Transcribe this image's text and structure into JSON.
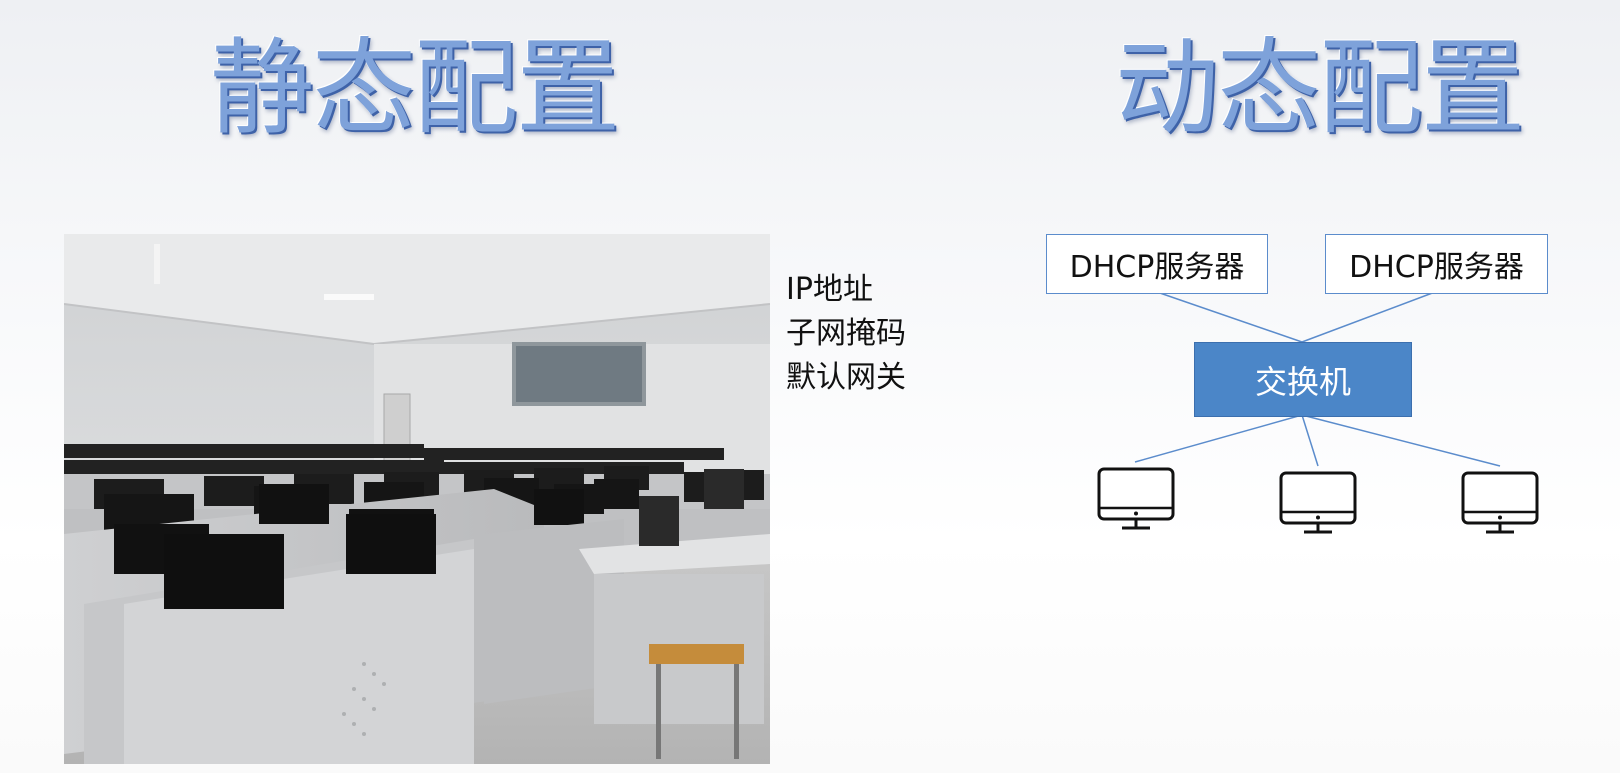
{
  "titles": {
    "left": "静态配置",
    "right": "动态配置"
  },
  "static_params": [
    "IP地址",
    "子网掩码",
    "默认网关"
  ],
  "diagram": {
    "servers": [
      "DHCP服务器",
      "DHCP服务器"
    ],
    "switch": "交换机",
    "computers": 3
  },
  "colors": {
    "title": "#7ea2da",
    "switch_fill": "#4b86c8",
    "line": "#5b8ccc"
  },
  "icons": [
    "monitor-icon"
  ]
}
